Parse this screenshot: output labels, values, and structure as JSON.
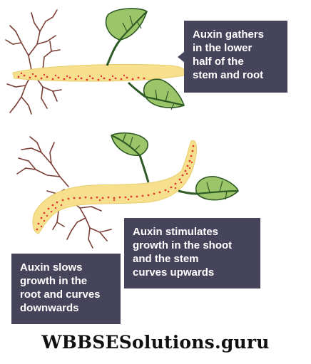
{
  "callouts": {
    "top_right": {
      "lines": [
        "Auxin gathers",
        "in the lower",
        "half of the",
        "stem and root"
      ]
    },
    "middle_right": {
      "lines": [
        "Auxin stimulates",
        "growth in the shoot",
        "and the stem",
        "curves upwards"
      ]
    },
    "bottom_left": {
      "lines": [
        "Auxin slows",
        "growth in the",
        "root and curves",
        "downwards"
      ]
    }
  },
  "watermark": "WBBSESolutions.guru",
  "colors": {
    "callout_bg": "#45445a",
    "stem_fill": "#f6e08e",
    "auxin_dots": "#e03a2e",
    "leaf_fill": "#9cc56a",
    "leaf_vein": "#2e5a25",
    "root_color": "#7a3e36"
  }
}
